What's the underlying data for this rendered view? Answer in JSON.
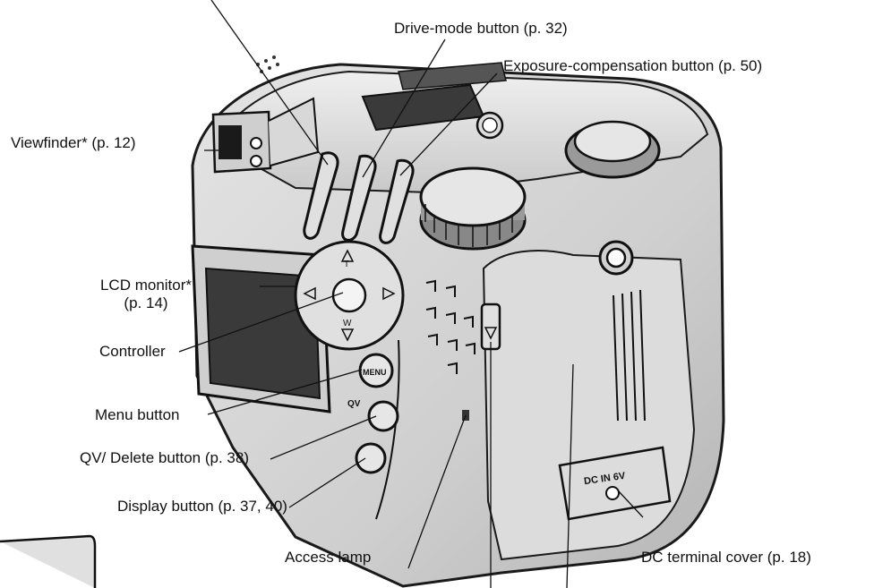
{
  "labels": {
    "drive_mode": "Drive-mode button (p. 32)",
    "exposure_comp": "Exposure-compensation button (p. 50)",
    "viewfinder": "Viewfinder* (p. 12)",
    "lcd_monitor_line1": "LCD monitor*",
    "lcd_monitor_line2": "(p. 14)",
    "controller": "Controller",
    "menu_button": "Menu button",
    "qv_delete": "QV/ Delete button (p. 38)",
    "display_button": "Display button (p. 37, 40)",
    "access_lamp": "Access lamp",
    "dc_cover": "DC terminal cover (p. 18)"
  },
  "camera_markings": {
    "menu": "MENU",
    "qv": "QV",
    "dc_in": "DC IN 6V",
    "zoom_t": "T",
    "zoom_w": "W"
  },
  "colors": {
    "ink": "#111111",
    "body": "#d4d4d4",
    "body_shade": "#a9a9a9",
    "lcd": "#3a3a3a",
    "dark": "#1a1a1a"
  }
}
